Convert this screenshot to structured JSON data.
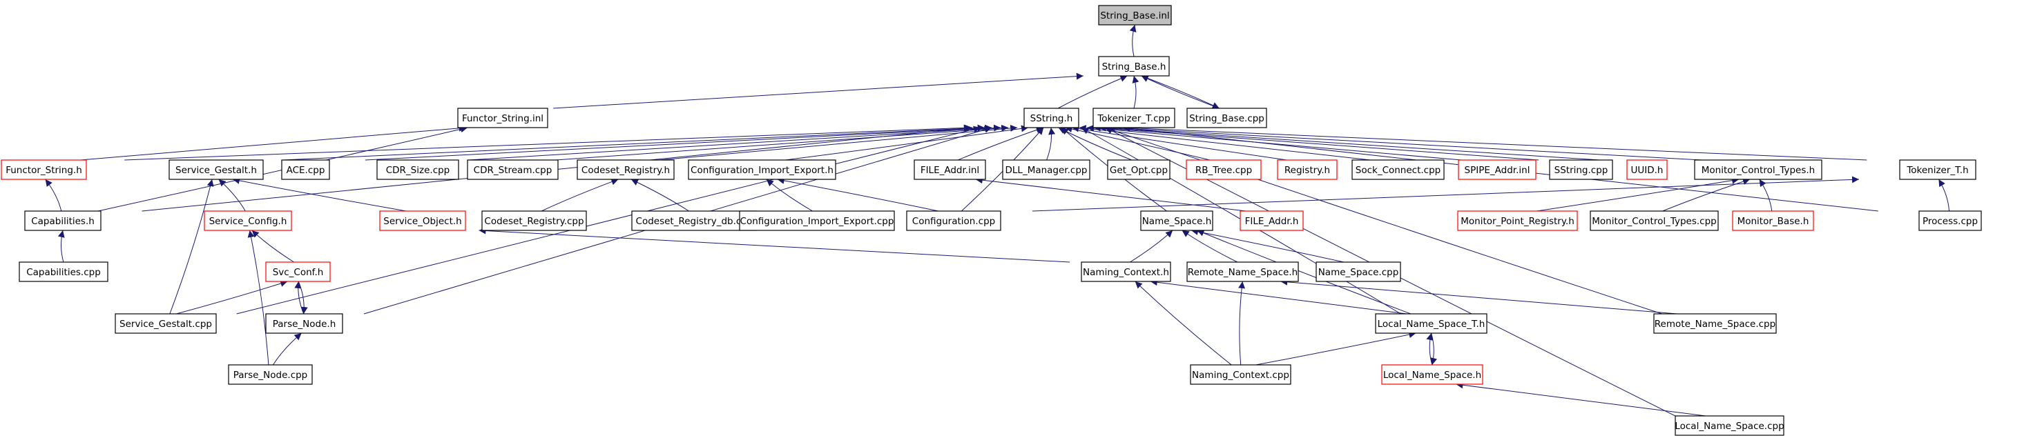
{
  "nodes": [
    {
      "id": "string_base_inl",
      "label": "String_Base.inl",
      "style": "root"
    },
    {
      "id": "string_base_h",
      "label": "String_Base.h",
      "style": "black"
    },
    {
      "id": "functor_string_inl",
      "label": "Functor_String.inl",
      "style": "black"
    },
    {
      "id": "sstring_h",
      "label": "SString.h",
      "style": "black"
    },
    {
      "id": "tokenizer_t_cpp",
      "label": "Tokenizer_T.cpp",
      "style": "black"
    },
    {
      "id": "string_base_cpp",
      "label": "String_Base.cpp",
      "style": "black"
    },
    {
      "id": "functor_string_h",
      "label": "Functor_String.h",
      "style": "red"
    },
    {
      "id": "service_gestalt_h",
      "label": "Service_Gestalt.h",
      "style": "black"
    },
    {
      "id": "ace_cpp",
      "label": "ACE.cpp",
      "style": "black"
    },
    {
      "id": "cdr_size_cpp",
      "label": "CDR_Size.cpp",
      "style": "black"
    },
    {
      "id": "cdr_stream_cpp",
      "label": "CDR_Stream.cpp",
      "style": "black"
    },
    {
      "id": "codeset_registry_h",
      "label": "Codeset_Registry.h",
      "style": "black"
    },
    {
      "id": "configuration_import_export_h",
      "label": "Configuration_Import_Export.h",
      "style": "black"
    },
    {
      "id": "file_addr_inl",
      "label": "FILE_Addr.inl",
      "style": "black"
    },
    {
      "id": "dll_manager_cpp",
      "label": "DLL_Manager.cpp",
      "style": "black"
    },
    {
      "id": "get_opt_cpp",
      "label": "Get_Opt.cpp",
      "style": "black"
    },
    {
      "id": "rb_tree_cpp",
      "label": "RB_Tree.cpp",
      "style": "red"
    },
    {
      "id": "registry_h",
      "label": "Registry.h",
      "style": "red"
    },
    {
      "id": "sock_connect_cpp",
      "label": "Sock_Connect.cpp",
      "style": "black"
    },
    {
      "id": "spipe_addr_inl",
      "label": "SPIPE_Addr.inl",
      "style": "red"
    },
    {
      "id": "sstring_cpp",
      "label": "SString.cpp",
      "style": "black"
    },
    {
      "id": "uuid_h",
      "label": "UUID.h",
      "style": "red"
    },
    {
      "id": "monitor_control_types_h",
      "label": "Monitor_Control_Types.h",
      "style": "black"
    },
    {
      "id": "tokenizer_t_h",
      "label": "Tokenizer_T.h",
      "style": "black"
    },
    {
      "id": "capabilities_h",
      "label": "Capabilities.h",
      "style": "black"
    },
    {
      "id": "service_config_h",
      "label": "Service_Config.h",
      "style": "red"
    },
    {
      "id": "service_object_h",
      "label": "Service_Object.h",
      "style": "red"
    },
    {
      "id": "codeset_registry_cpp",
      "label": "Codeset_Registry.cpp",
      "style": "black"
    },
    {
      "id": "codeset_registry_db_cpp",
      "label": "Codeset_Registry_db.cpp",
      "style": "black"
    },
    {
      "id": "configuration_import_export_cpp",
      "label": "Configuration_Import_Export.cpp",
      "style": "black"
    },
    {
      "id": "configuration_cpp",
      "label": "Configuration.cpp",
      "style": "black"
    },
    {
      "id": "name_space_h",
      "label": "Name_Space.h",
      "style": "black"
    },
    {
      "id": "file_addr_h",
      "label": "FILE_Addr.h",
      "style": "red"
    },
    {
      "id": "monitor_point_registry_h",
      "label": "Monitor_Point_Registry.h",
      "style": "red"
    },
    {
      "id": "monitor_control_types_cpp",
      "label": "Monitor_Control_Types.cpp",
      "style": "black"
    },
    {
      "id": "monitor_base_h",
      "label": "Monitor_Base.h",
      "style": "red"
    },
    {
      "id": "process_cpp",
      "label": "Process.cpp",
      "style": "black"
    },
    {
      "id": "capabilities_cpp",
      "label": "Capabilities.cpp",
      "style": "black"
    },
    {
      "id": "svc_conf_h",
      "label": "Svc_Conf.h",
      "style": "red"
    },
    {
      "id": "naming_context_h",
      "label": "Naming_Context.h",
      "style": "black"
    },
    {
      "id": "remote_name_space_h",
      "label": "Remote_Name_Space.h",
      "style": "black"
    },
    {
      "id": "name_space_cpp",
      "label": "Name_Space.cpp",
      "style": "black"
    },
    {
      "id": "service_gestalt_cpp",
      "label": "Service_Gestalt.cpp",
      "style": "black"
    },
    {
      "id": "parse_node_h",
      "label": "Parse_Node.h",
      "style": "black"
    },
    {
      "id": "local_name_space_t_h",
      "label": "Local_Name_Space_T.h",
      "style": "black"
    },
    {
      "id": "remote_name_space_cpp",
      "label": "Remote_Name_Space.cpp",
      "style": "black"
    },
    {
      "id": "parse_node_cpp",
      "label": "Parse_Node.cpp",
      "style": "black"
    },
    {
      "id": "naming_context_cpp",
      "label": "Naming_Context.cpp",
      "style": "black"
    },
    {
      "id": "local_name_space_h",
      "label": "Local_Name_Space.h",
      "style": "red"
    },
    {
      "id": "local_name_space_cpp",
      "label": "Local_Name_Space.cpp",
      "style": "black"
    }
  ],
  "edges": [
    [
      "string_base_h",
      "string_base_inl"
    ],
    [
      "functor_string_inl",
      "string_base_h"
    ],
    [
      "sstring_h",
      "string_base_h"
    ],
    [
      "tokenizer_t_cpp",
      "string_base_h"
    ],
    [
      "string_base_cpp",
      "string_base_h"
    ],
    [
      "string_base_h",
      "string_base_cpp"
    ],
    [
      "functor_string_h",
      "functor_string_inl"
    ],
    [
      "capabilities_h",
      "functor_string_inl"
    ],
    [
      "service_gestalt_h",
      "sstring_h"
    ],
    [
      "ace_cpp",
      "sstring_h"
    ],
    [
      "cdr_size_cpp",
      "sstring_h"
    ],
    [
      "cdr_stream_cpp",
      "sstring_h"
    ],
    [
      "codeset_registry_h",
      "sstring_h"
    ],
    [
      "configuration_import_export_h",
      "sstring_h"
    ],
    [
      "file_addr_inl",
      "sstring_h"
    ],
    [
      "dll_manager_cpp",
      "sstring_h"
    ],
    [
      "get_opt_cpp",
      "sstring_h"
    ],
    [
      "rb_tree_cpp",
      "sstring_h"
    ],
    [
      "registry_h",
      "sstring_h"
    ],
    [
      "sock_connect_cpp",
      "sstring_h"
    ],
    [
      "spipe_addr_inl",
      "sstring_h"
    ],
    [
      "sstring_cpp",
      "sstring_h"
    ],
    [
      "uuid_h",
      "sstring_h"
    ],
    [
      "monitor_control_types_h",
      "sstring_h"
    ],
    [
      "tokenizer_t_h",
      "sstring_h"
    ],
    [
      "functor_string_h",
      "sstring_h"
    ],
    [
      "capabilities_h",
      "sstring_h"
    ],
    [
      "configuration_cpp",
      "sstring_h"
    ],
    [
      "name_space_h",
      "sstring_h"
    ],
    [
      "service_gestalt_cpp",
      "sstring_h"
    ],
    [
      "parse_node_h",
      "sstring_h"
    ],
    [
      "local_name_space_t_h",
      "sstring_h"
    ],
    [
      "remote_name_space_cpp",
      "sstring_h"
    ],
    [
      "process_cpp",
      "sstring_h"
    ],
    [
      "local_name_space_cpp",
      "sstring_h"
    ],
    [
      "capabilities_h",
      "functor_string_h"
    ],
    [
      "capabilities_cpp",
      "capabilities_h"
    ],
    [
      "service_config_h",
      "service_gestalt_h"
    ],
    [
      "service_object_h",
      "service_gestalt_h"
    ],
    [
      "service_gestalt_cpp",
      "service_gestalt_h"
    ],
    [
      "codeset_registry_cpp",
      "codeset_registry_h"
    ],
    [
      "codeset_registry_db_cpp",
      "codeset_registry_h"
    ],
    [
      "configuration_import_export_cpp",
      "configuration_import_export_h"
    ],
    [
      "configuration_cpp",
      "configuration_import_export_h"
    ],
    [
      "file_addr_h",
      "file_addr_inl"
    ],
    [
      "monitor_point_registry_h",
      "monitor_control_types_h"
    ],
    [
      "monitor_control_types_cpp",
      "monitor_control_types_h"
    ],
    [
      "monitor_base_h",
      "monitor_control_types_h"
    ],
    [
      "configuration_cpp",
      "tokenizer_t_h"
    ],
    [
      "process_cpp",
      "tokenizer_t_h"
    ],
    [
      "svc_conf_h",
      "service_config_h"
    ],
    [
      "parse_node_cpp",
      "service_config_h"
    ],
    [
      "naming_context_h",
      "service_object_h"
    ],
    [
      "naming_context_h",
      "name_space_h"
    ],
    [
      "remote_name_space_h",
      "name_space_h"
    ],
    [
      "name_space_cpp",
      "name_space_h"
    ],
    [
      "local_name_space_t_h",
      "name_space_h"
    ],
    [
      "service_gestalt_cpp",
      "svc_conf_h"
    ],
    [
      "parse_node_h",
      "svc_conf_h"
    ],
    [
      "svc_conf_h",
      "parse_node_h"
    ],
    [
      "parse_node_cpp",
      "parse_node_h"
    ],
    [
      "local_name_space_t_h",
      "naming_context_h"
    ],
    [
      "naming_context_cpp",
      "naming_context_h"
    ],
    [
      "remote_name_space_cpp",
      "remote_name_space_h"
    ],
    [
      "naming_context_cpp",
      "remote_name_space_h"
    ],
    [
      "naming_context_cpp",
      "local_name_space_t_h"
    ],
    [
      "local_name_space_h",
      "local_name_space_t_h"
    ],
    [
      "local_name_space_t_h",
      "local_name_space_h"
    ],
    [
      "local_name_space_cpp",
      "local_name_space_h"
    ]
  ]
}
